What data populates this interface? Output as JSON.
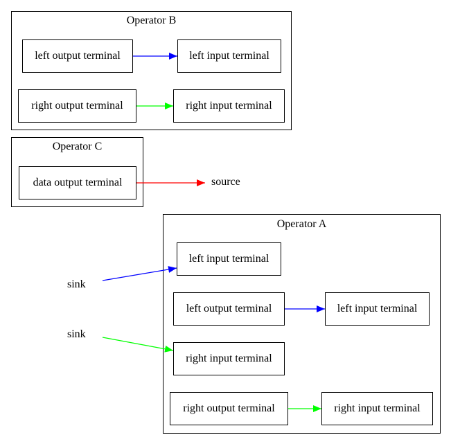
{
  "clusters": {
    "operator_b": {
      "title": "Operator B",
      "left_output": "left output terminal",
      "left_input": "left input terminal",
      "right_output": "right output terminal",
      "right_input": "right input terminal"
    },
    "operator_c": {
      "title": "Operator C",
      "data_output": "data output terminal"
    },
    "operator_a": {
      "title": "Operator A",
      "left_input_1": "left input terminal",
      "left_output": "left output terminal",
      "left_input_2": "left input terminal",
      "right_input_1": "right input terminal",
      "right_output": "right output terminal",
      "right_input_2": "right input terminal"
    }
  },
  "external_nodes": {
    "source": "source",
    "sink_left": "sink",
    "sink_right": "sink"
  },
  "edge_colors": {
    "left": "#0000ff",
    "right": "#00ff00",
    "data": "#ff0000"
  }
}
